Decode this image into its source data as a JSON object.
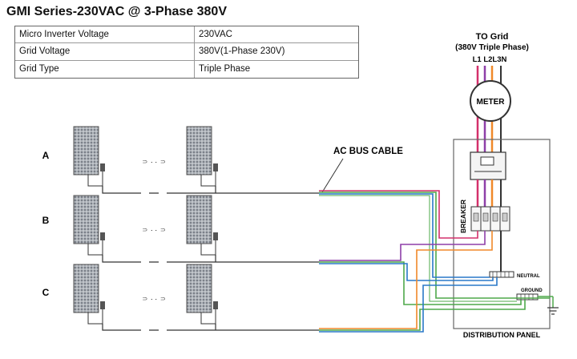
{
  "title": "GMI Series-230VAC @ 3-Phase 380V",
  "spec_table": [
    {
      "label": "Micro Inverter Voltage",
      "value": "230VAC"
    },
    {
      "label": "Grid  Voltage",
      "value": "380V(1-Phase 230V)"
    },
    {
      "label": "Grid Type",
      "value": "Triple Phase"
    }
  ],
  "grid": {
    "title": "TO Grid",
    "subtitle": "(380V Triple Phase)",
    "phases": "L1 L2L3N"
  },
  "meter_label": "METER",
  "breaker_label": "BREAKER",
  "neutral_label": "NEUTRAL",
  "ground_label": "GROUND",
  "panel_label": "DISTRIBUTION PANEL",
  "bus_label": "AC BUS CABLE",
  "rows": [
    {
      "label": "A"
    },
    {
      "label": "B"
    },
    {
      "label": "C"
    }
  ],
  "ellipsis": "⸧ · · ⸧",
  "colors": {
    "L1": "#d4306b",
    "L2": "#8e3fa8",
    "L3": "#f0892a",
    "N": "#2a78c8",
    "PE": "#4ea84a",
    "line": "#333333"
  }
}
